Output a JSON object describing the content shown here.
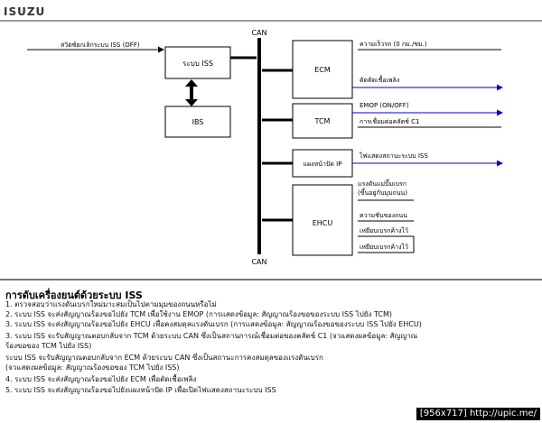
{
  "brand": {
    "logo": "ISUZU"
  },
  "diagram": {
    "can_label": "CAN",
    "boxes": {
      "iss_system": "ระบบ ISS",
      "ibs": "IBS",
      "ecm": "ECM",
      "tcm": "TCM",
      "dashboard": "แผงหน้าปัด IP",
      "ehcu": "EHCU"
    },
    "labels": {
      "iss_off_switch": "สวิตซ์ยกเลิกระบบ ISS (OFF)",
      "vehicle_speed": "ความเร็วรถ (0 กม./ชม.)",
      "fuel_cutoff": "ตัดตัดเชื้อเพลิง",
      "emop": "EMOP (ON/OFF)",
      "clutch_c1": "การเชื่อมต่อคลัตช์ C1",
      "iss_status_lamp": "ไฟแสดงสถานะระบบ ISS",
      "brake_pressure_line1": "แรงดันแม่ปั๊มเบรก",
      "brake_pressure_line2": "(ขึ้นอยู่กับมุมถนน)",
      "road_slope": "ความชันของถนน",
      "brake_hold_1": "เหยียบเบรกค้างไว้",
      "brake_hold_2": "เหยียบเบรกค้างไว้"
    }
  },
  "steps": {
    "title": "การดับเครื่องยนต์ด้วยระบบ ISS",
    "lines": [
      "1. ตรวจสอบว่าแรงดันเบรกใหม่มาะสมเป็นไปตามมุมของถนนหรือไม่",
      "2. ระบบ ISS จะส่งสัญญาณร้องขอไปยัง TCM เพื่อใช้งาน EMOP (การแสดงข้อมูล: สัญญาณร้องขอของระบบ ISS ไปยัง TCM)",
      "3. ระบบ ISS จะส่งสัญญาณร้องขอไปยัง EHCU เพื่อคงสมดุลแรงดันเบรก (การแสดงข้อมูล: สัญญาณร้องขอของระบบ ISS ไปยัง EHCU)",
      "3. ระบบ ISS จะรับสัญญาณตอบกลับจาก TCM ด้วยระบบ CAN ซึ่งเป็นสถานการณ์เชื่อมต่อของคลัตช์ C1 (จวแสดงผลข้อมูล: สัญญาณ",
      "    ร้องขอของ TCM ไปยัง ISS)",
      "    ระบบ ISS จะรับสัญญาณตอบกลับจาก ECM ด้วยระบบ CAN ซึ่งเป็นสถานะการคงสมดุลของแรงดันเบรก",
      "    (จวแสดงผลข้อมูล: สัญญาณร้องขอของ TCM ไปยัง ISS)",
      "4. ระบบ ISS จะส่งสัญญาณร้องขอไปยัง ECM เพื่อตัดเชื้อเพลิง",
      "5. ระบบ ISS จะส่งสัญญาณร้องขอไปยังแผงหน้าปัด IP เพื่อเปิดไฟแสดงสถานะระบบ ISS"
    ]
  },
  "footer": {
    "watermark": "[956x717] http://upic.me/"
  }
}
